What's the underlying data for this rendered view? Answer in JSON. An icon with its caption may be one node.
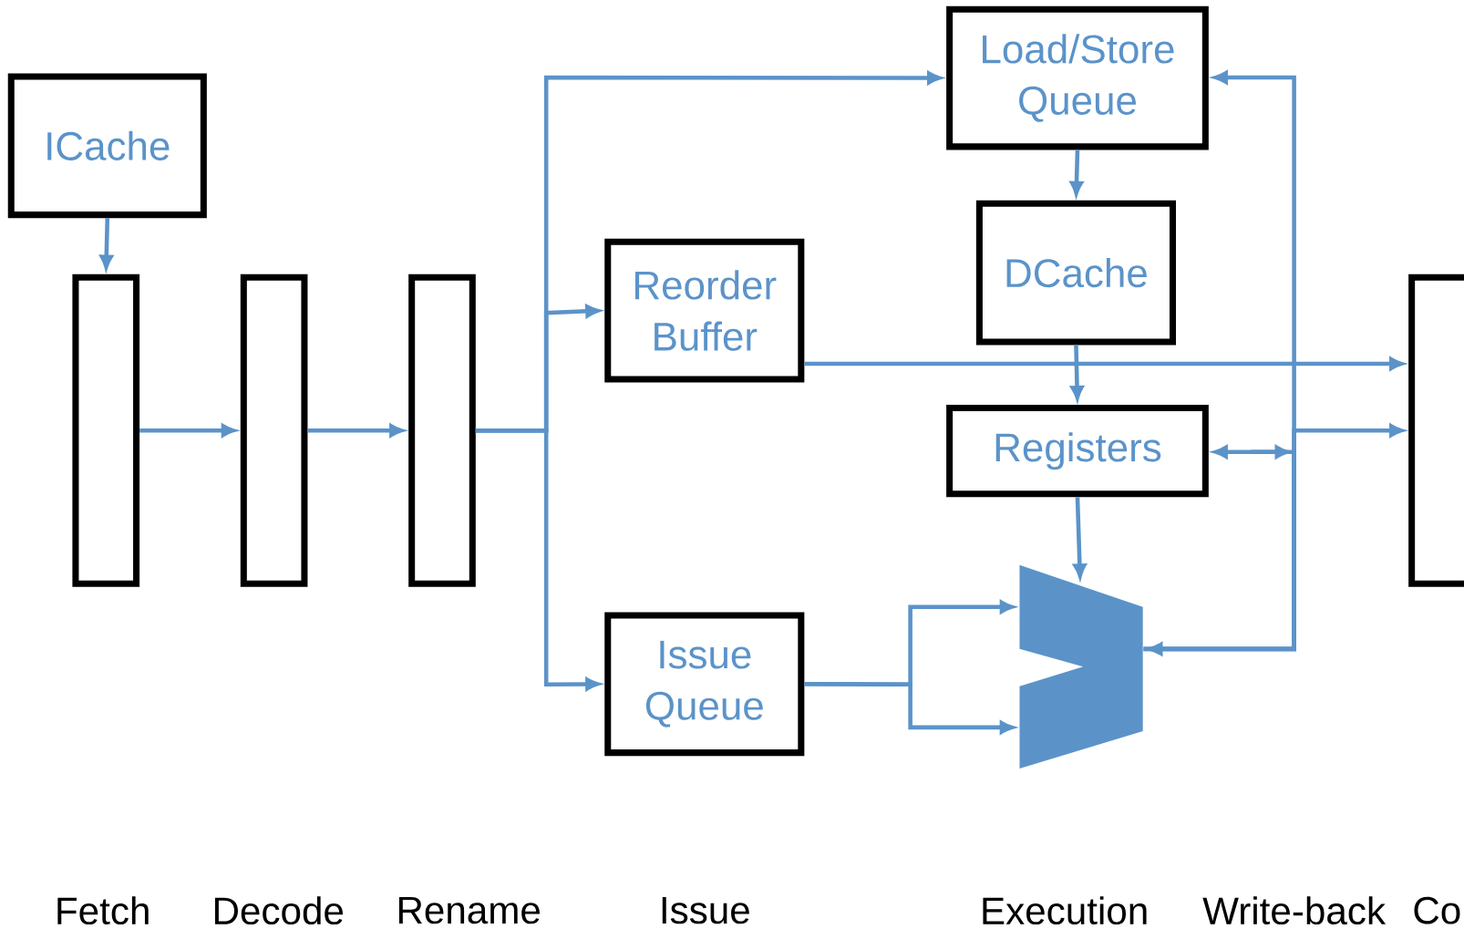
{
  "diagram": {
    "nodes": [
      {
        "text": [
          "ICache"
        ]
      },
      {
        "text": [],
        "shape": "box"
      },
      {
        "text": [],
        "shape": "box"
      },
      {
        "text": [],
        "shape": "box"
      },
      {
        "text": [
          "Load/Store Queue"
        ]
      },
      {
        "text": [
          "Reorder Buffer"
        ]
      },
      {
        "text": [
          "DCache"
        ]
      },
      {
        "text": [
          "Registers"
        ]
      },
      {
        "text": [],
        "shape": "trapezoid"
      },
      {
        "text": [
          "Issue Queue"
        ]
      },
      {
        "text": [],
        "shape": "box"
      }
    ],
    "edges": [
      {
        "from": 0,
        "to": 1,
        "arrow": "to"
      },
      {
        "from": 1,
        "to": 2,
        "arrow": "to"
      },
      {
        "from": 2,
        "to": 3,
        "arrow": "to"
      },
      {
        "from": 3,
        "to": 4,
        "arrow": "to"
      },
      {
        "from": 3,
        "to": 5,
        "arrow": "to"
      },
      {
        "from": 3,
        "to": 9,
        "arrow": "to"
      },
      {
        "from": 4,
        "to": 6,
        "arrow": "to"
      },
      {
        "from": 6,
        "to": 7,
        "arrow": "to"
      },
      {
        "from": 7,
        "to": 8,
        "arrow": "to"
      },
      {
        "from": 5,
        "to": 10,
        "arrow": "to"
      },
      {
        "from": 9,
        "to": 8,
        "arrow": "to"
      },
      {
        "from": 9,
        "to": 8,
        "arrow": "to"
      },
      {
        "from": 8,
        "to": 4,
        "arrow": "both"
      },
      {
        "from": 8,
        "to": 7,
        "arrow": "to"
      },
      {
        "from": 8,
        "to": 10,
        "arrow": "to"
      }
    ],
    "labels": [
      "Fetch",
      "Decode",
      "Rename",
      "Issue",
      "Execution",
      "Write-back",
      "Co"
    ]
  }
}
